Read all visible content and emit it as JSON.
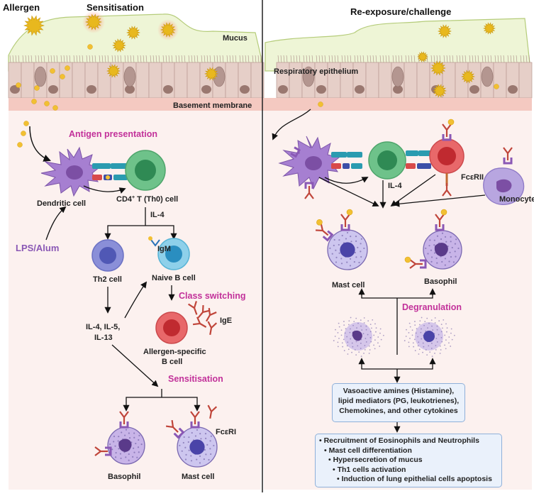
{
  "labels": {
    "allergen": "Allergen",
    "sensitisation_top": "Sensitisation",
    "reexposure": "Re-exposure/challenge",
    "mucus": "Mucus",
    "respiratory_epithelium": "Respiratory epithelium",
    "basement_membrane": "Basement membrane",
    "antigen_presentation": "Antigen presentation",
    "dendritic_cell": "Dendritic cell",
    "cd4_main": "CD4",
    "cd4_sup": "+",
    "cd4_rest": " T (Th0) cell",
    "il4_left": "IL-4",
    "lps_alum": "LPS/Alum",
    "th2_cell": "Th2 cell",
    "igm": "IgM",
    "naive_b_cell": "Naive B cell",
    "class_switching": "Class switching",
    "ige": "IgE",
    "il_line1": "IL-4, IL-5,",
    "il_line2": "IL-13",
    "allergen_specific_1": "Allergen-specific",
    "allergen_specific_2": "B cell",
    "sensitisation_mid": "Sensitisation",
    "fceri": "FcεRI",
    "basophil_left": "Basophil",
    "mast_cell_left": "Mast cell",
    "il4_right": "IL-4",
    "fceRII": "FcεRII",
    "monocyte": "Monocyte",
    "mast_cell_right": "Mast cell",
    "basophil_right": "Basophil",
    "degranulation": "Degranulation"
  },
  "mediators_box": [
    "Vasoactive amines (Histamine),",
    "lipid mediators (PG, leukotrienes),",
    "Chemokines, and other cytokines"
  ],
  "effects_box": [
    "• Recruitment of Eosinophils and Neutrophils",
    "• Mast cell differentiation",
    "• Hypersecretion of mucus",
    "• Th1 cells activation",
    "• Induction of lung epithelial cells apoptosis"
  ],
  "colors": {
    "panel_bg": "#fcf1ef",
    "membrane": "#f4c9c1",
    "mucus": "#eef5d6",
    "label_magenta": "#c2319a",
    "lps_purple": "#8a58b5",
    "box_fill": "#eaf1fb",
    "box_border": "#8fb0d9"
  }
}
